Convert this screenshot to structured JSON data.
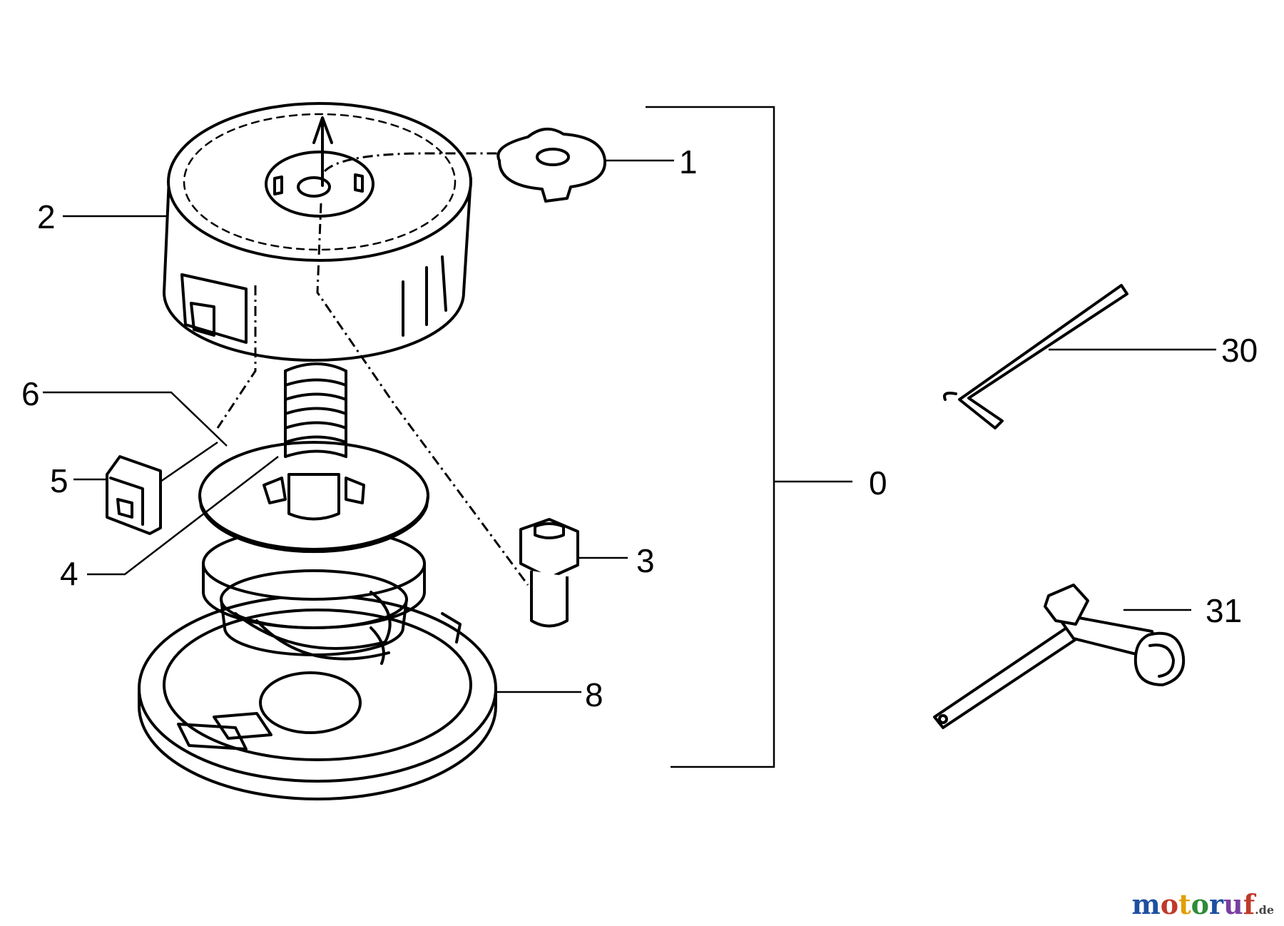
{
  "diagram": {
    "callouts": [
      {
        "id": "0",
        "label": "0"
      },
      {
        "id": "1",
        "label": "1"
      },
      {
        "id": "2",
        "label": "2"
      },
      {
        "id": "3",
        "label": "3"
      },
      {
        "id": "4",
        "label": "4"
      },
      {
        "id": "5",
        "label": "5"
      },
      {
        "id": "6",
        "label": "6"
      },
      {
        "id": "8",
        "label": "8"
      },
      {
        "id": "30",
        "label": "30"
      },
      {
        "id": "31",
        "label": "31"
      }
    ]
  },
  "watermark": {
    "letters": [
      "m",
      "o",
      "t",
      "o",
      "r",
      "u",
      "f"
    ],
    "colors": [
      "#1f4fa0",
      "#c0392b",
      "#e0a000",
      "#2e8b3a",
      "#1f4fa0",
      "#7a3fa0",
      "#c0392b"
    ],
    "suffix": ".de"
  }
}
